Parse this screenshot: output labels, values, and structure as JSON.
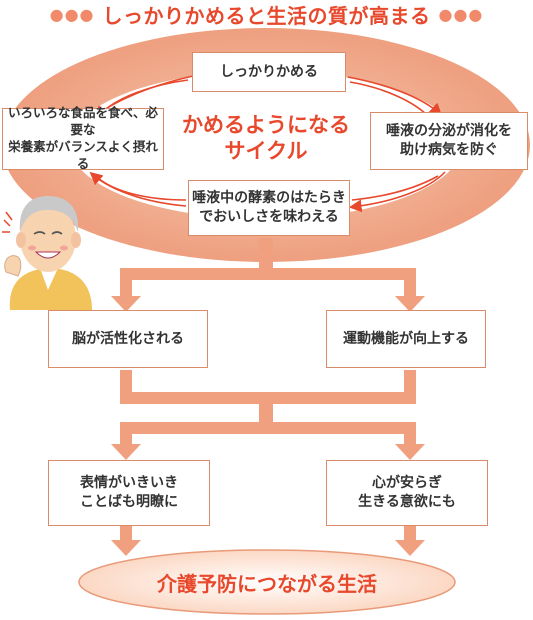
{
  "title": "しっかりかめると生活の質が高まる",
  "title_dots_left": "●●●",
  "title_dots_right": "●●●",
  "cycle": {
    "center_line1": "かめるようになる",
    "center_line2": "サイクル",
    "top": "しっかりかめる",
    "right_line1": "唾液の分泌が消化を",
    "right_line2": "助け病気を防ぐ",
    "bottom_line1": "唾液中の酵素のはたらき",
    "bottom_line2": "でおいしさを味わえる",
    "left_line1": "いろいろな食品を食べ、必要な",
    "left_line2": "栄養素がバランスよく摂れる"
  },
  "middle": {
    "left": "脳が活性化される",
    "right": "運動機能が向上する"
  },
  "lower": {
    "left_line1": "表情がいきいき",
    "left_line2": "ことばも明瞭に",
    "right_line1": "心が安らぎ",
    "right_line2": "生きる意欲にも"
  },
  "final": "介護予防につながる生活",
  "colors": {
    "ring": "#f2b89c",
    "ring_dark": "#e89a79",
    "arrow": "#f0a07e",
    "accent": "#e8482c",
    "final_fill": "#fde3d2"
  }
}
